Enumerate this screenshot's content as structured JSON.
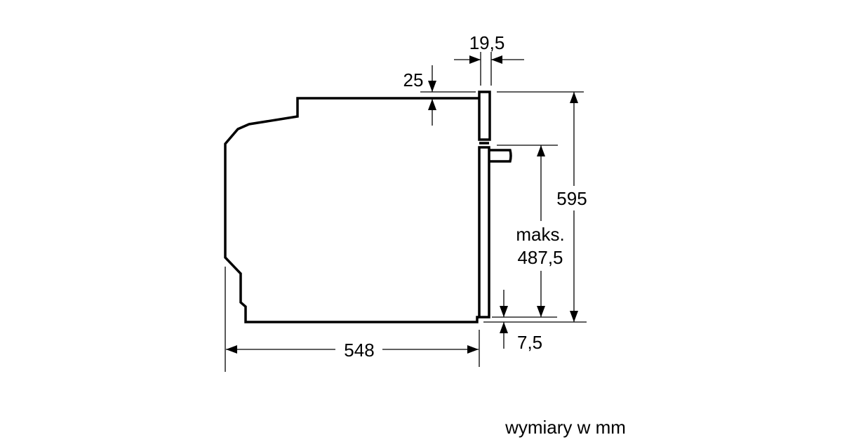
{
  "diagram": {
    "dimensions": {
      "door_thickness": "19,5",
      "top_gap": "25",
      "total_height": "595",
      "max_label": "maks.",
      "max_height": "487,5",
      "depth": "548",
      "bottom_gap": "7,5"
    },
    "unit_note": "wymiary w mm"
  }
}
